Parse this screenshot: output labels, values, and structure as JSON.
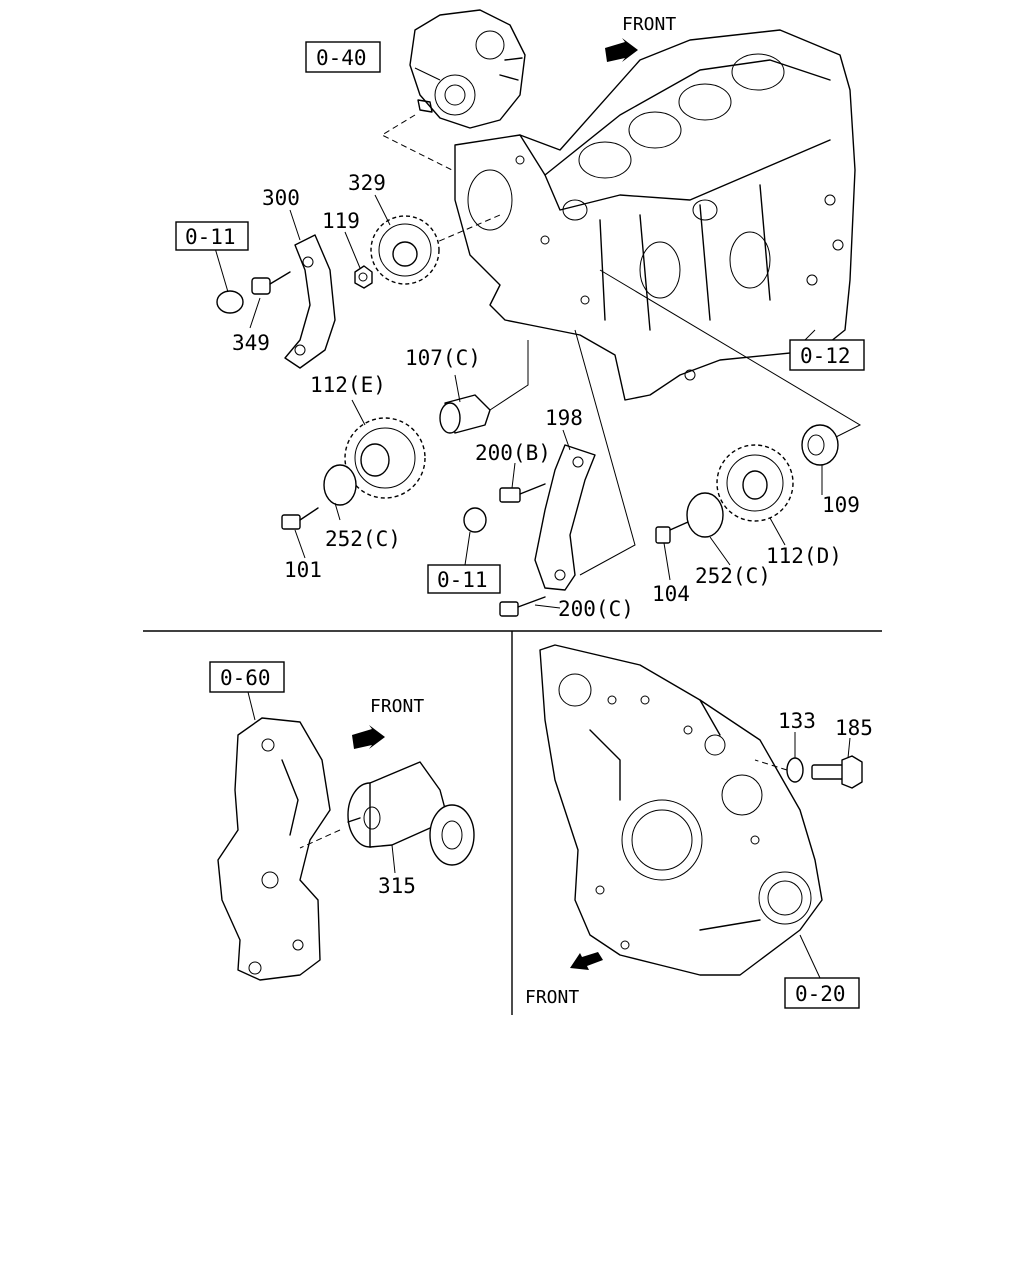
{
  "references": {
    "ref_0_40": "0-40",
    "ref_0_11_a": "0-11",
    "ref_0_11_b": "0-11",
    "ref_0_12": "0-12",
    "ref_0_60": "0-60",
    "ref_0_20": "0-20"
  },
  "part_numbers": {
    "p300": "300",
    "p329": "329",
    "p119": "119",
    "p349": "349",
    "p107c": "107(C)",
    "p112e": "112(E)",
    "p198": "198",
    "p200b": "200(B)",
    "p252c_a": "252(C)",
    "p101": "101",
    "p109": "109",
    "p112d": "112(D)",
    "p252c_b": "252(C)",
    "p104": "104",
    "p200c": "200(C)",
    "p315": "315",
    "p133": "133",
    "p185": "185"
  },
  "directions": {
    "front_top": "FRONT",
    "front_left": "FRONT",
    "front_right": "FRONT"
  },
  "icons": {
    "front_arrow": "arrow-right-icon",
    "front_arrow_down": "arrow-down-left-icon"
  }
}
